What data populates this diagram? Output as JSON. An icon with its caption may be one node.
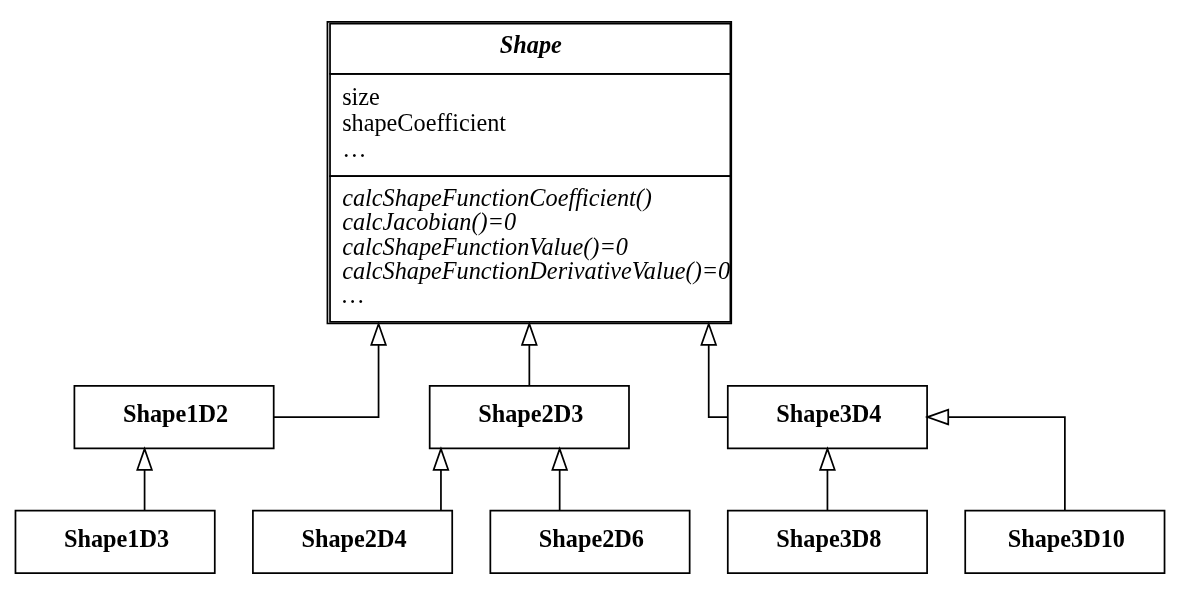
{
  "diagram": {
    "nodes": [
      {
        "text": [
          "Shape",
          "size shapeCoefficient …",
          "calcShapeFunctionCoefficient() calcJacobian()=0 calcShapeFunctionValue()=0 calcShapeFunctionDerivativeValue()=0 …"
        ]
      },
      {
        "text": [
          "Shape1D2"
        ]
      },
      {
        "text": [
          "Shape2D3"
        ]
      },
      {
        "text": [
          "Shape3D4"
        ]
      },
      {
        "text": [
          "Shape1D3"
        ]
      },
      {
        "text": [
          "Shape2D4"
        ]
      },
      {
        "text": [
          "Shape2D6"
        ]
      },
      {
        "text": [
          "Shape3D8"
        ]
      },
      {
        "text": [
          "Shape3D10"
        ]
      }
    ],
    "edges": [
      {
        "from": 1,
        "to": 0,
        "arrow": "to"
      },
      {
        "from": 2,
        "to": 0,
        "arrow": "to"
      },
      {
        "from": 3,
        "to": 0,
        "arrow": "to"
      },
      {
        "from": 4,
        "to": 1,
        "arrow": "to"
      },
      {
        "from": 5,
        "to": 2,
        "arrow": "to"
      },
      {
        "from": 6,
        "to": 2,
        "arrow": "to"
      },
      {
        "from": 7,
        "to": 3,
        "arrow": "to"
      },
      {
        "from": 8,
        "to": 3,
        "arrow": "to"
      }
    ]
  }
}
